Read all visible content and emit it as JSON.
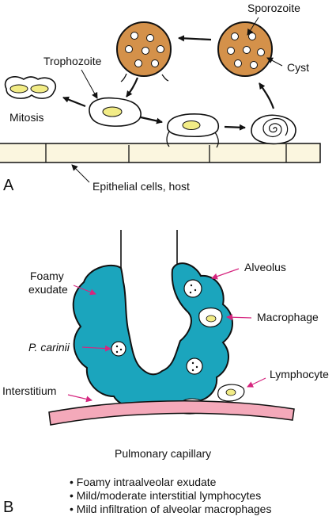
{
  "panel_a": {
    "letter": "A",
    "labels": {
      "sporozoite": "Sporozoite",
      "cyst": "Cyst",
      "trophozoite": "Trophozoite",
      "mitosis": "Mitosis",
      "epithelial": "Epithelial cells, host"
    }
  },
  "panel_b": {
    "letter": "B",
    "labels": {
      "foamy_line1": "Foamy",
      "foamy_line2": "exudate",
      "alveolus": "Alveolus",
      "macrophage": "Macrophage",
      "p_carinii": "P. carinii",
      "lymphocyte": "Lymphocyte",
      "interstitium": "Interstitium",
      "pulmonary_capillary": "Pulmonary capillary"
    },
    "bullets": [
      "Foamy intraalveolar exudate",
      "Mild/moderate interstitial lymphocytes",
      "Mild infiltration of alveolar macrophages"
    ]
  },
  "colors": {
    "cyst_fill": "#D4914A",
    "epithelium_fill": "#FBF6DF",
    "nucleus_fill": "#F2EC86",
    "exudate_fill": "#1BA5BD",
    "capillary_fill": "#F4A9BA",
    "arrow_magenta": "#D6267F"
  }
}
